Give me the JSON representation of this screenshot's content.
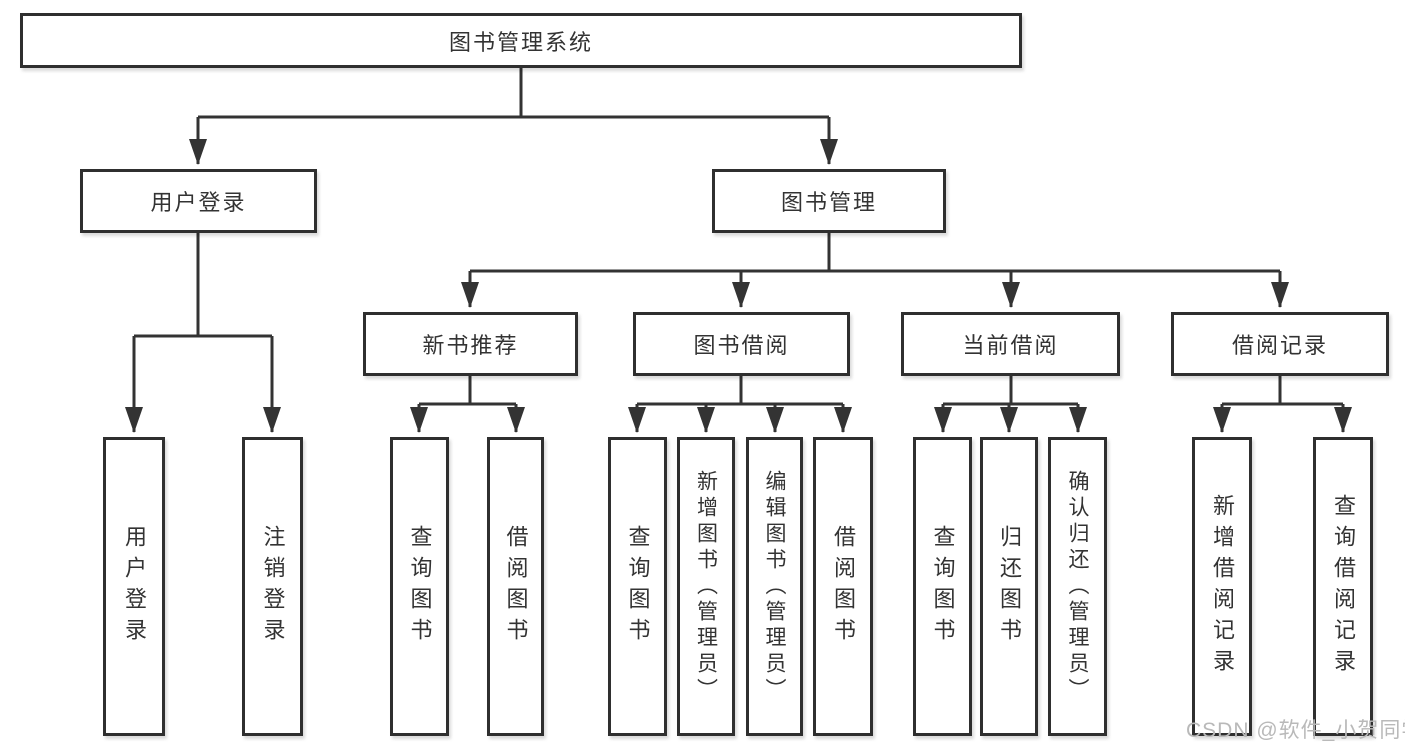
{
  "diagram": {
    "root": {
      "label": "图书管理系统"
    },
    "level2": [
      {
        "label": "用户登录"
      },
      {
        "label": "图书管理"
      }
    ],
    "level3": [
      {
        "label": "新书推荐"
      },
      {
        "label": "图书借阅"
      },
      {
        "label": "当前借阅"
      },
      {
        "label": "借阅记录"
      }
    ],
    "leaves": {
      "user_login": [
        {
          "label": "用户登录"
        },
        {
          "label": "注销登录"
        }
      ],
      "new_book_recommend": [
        {
          "label": "查询图书"
        },
        {
          "label": "借阅图书"
        }
      ],
      "book_borrow": [
        {
          "label": "查询图书"
        },
        {
          "label": "新增图书（管理员）"
        },
        {
          "label": "编辑图书（管理员）"
        },
        {
          "label": "借阅图书"
        }
      ],
      "current_borrow": [
        {
          "label": "查询图书"
        },
        {
          "label": "归还图书"
        },
        {
          "label": "确认归还（管理员）"
        }
      ],
      "borrow_records": [
        {
          "label": "新增借阅记录"
        },
        {
          "label": "查询借阅记录"
        }
      ]
    },
    "watermark": {
      "text": "CSDN @软件_小贺同学",
      "color": "#b9b9b9"
    },
    "colors": {
      "line": "#333333",
      "box_border": "#2f2f2f",
      "box_fill": "#ffffff",
      "text": "#333333",
      "background": "#ffffff"
    }
  }
}
